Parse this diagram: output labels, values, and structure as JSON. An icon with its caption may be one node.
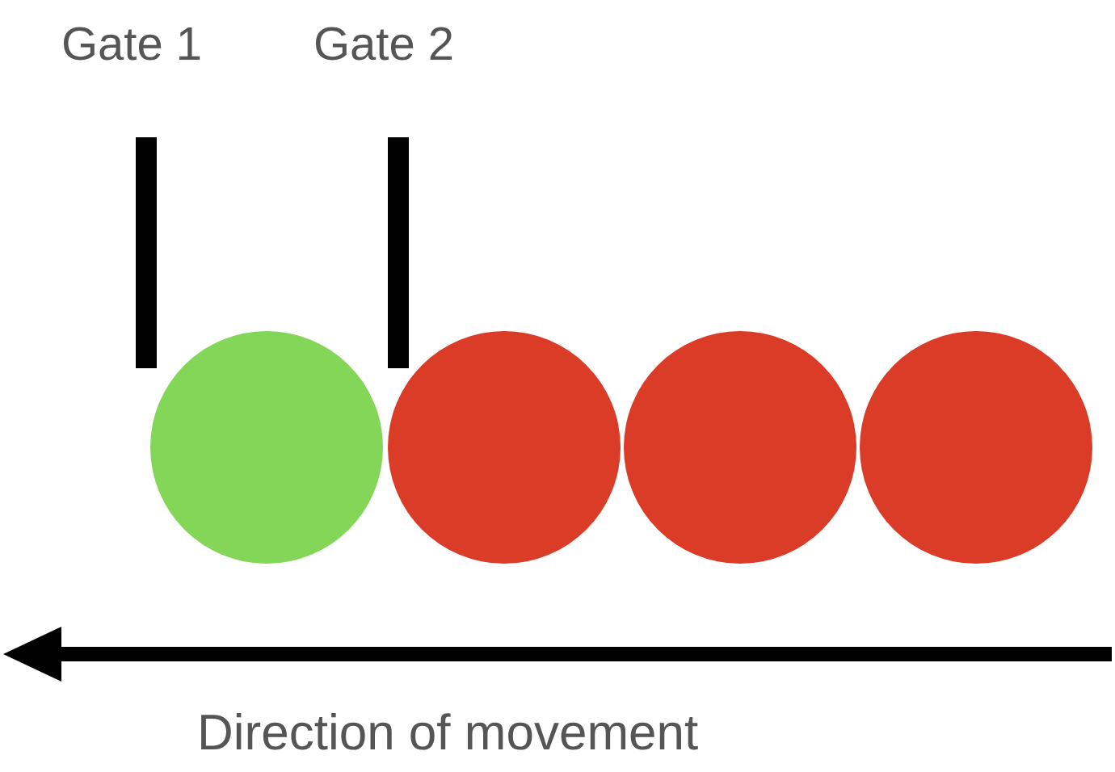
{
  "diagram": {
    "nodes": [
      {
        "text": [
          "Gate 1"
        ]
      },
      {
        "text": [
          "Gate 2"
        ]
      },
      {
        "text": [],
        "shape": "circle"
      },
      {
        "text": [],
        "shape": "circle"
      },
      {
        "text": [],
        "shape": "circle"
      },
      {
        "text": [],
        "shape": "circle"
      }
    ],
    "edges": [],
    "labels": [
      "Direction of movement"
    ]
  }
}
